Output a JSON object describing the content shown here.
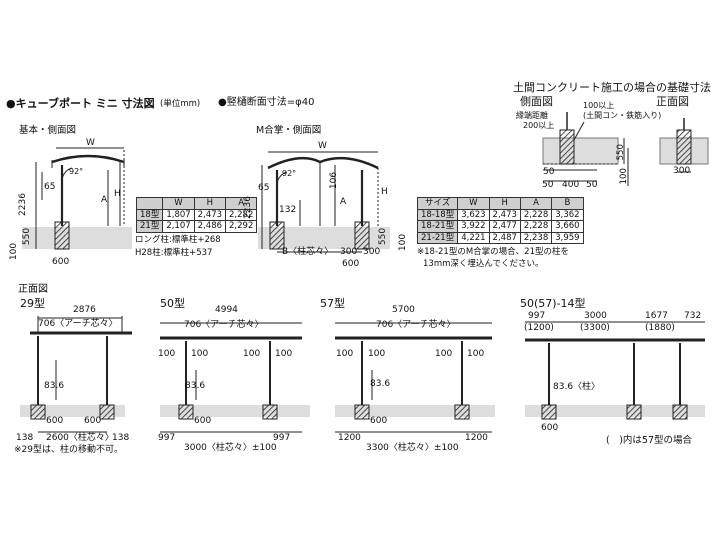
{
  "header": {
    "main_title": "●キューブポート ミニ 寸法図",
    "unit": "(単位mm)",
    "gutter": "●竪樋断面寸法=φ40",
    "foundation_title": "土間コンクリート施工の場合の基礎寸法",
    "foundation_side": "側面図",
    "foundation_front": "正面図"
  },
  "foundation": {
    "l100": "100以上",
    "l100b": "(土間コン・鉄筋入り)",
    "edge": "縁端距離",
    "l200": "200以上",
    "d550": "550",
    "d100": "100",
    "d50a": "50",
    "d400": "400",
    "d50b": "50",
    "d300": "300"
  },
  "basic": {
    "title": "基本・側面図",
    "W": "W",
    "H": "H",
    "A": "A",
    "angle": "92°",
    "d65": "65",
    "d2236": "2236",
    "d550": "550",
    "d100": "100",
    "d600": "600"
  },
  "table1": {
    "headers": [
      "",
      "W",
      "H",
      "A"
    ],
    "rows": [
      [
        "18型",
        "1,807",
        "2,473",
        "2,282"
      ],
      [
        "21型",
        "2,107",
        "2,486",
        "2,292"
      ]
    ],
    "note1": "ロング柱:標準柱+268",
    "note2": "H28柱:標準柱+537"
  },
  "m": {
    "title": "M合掌・側面図",
    "W": "W",
    "H": "H",
    "A": "A",
    "angle": "92°",
    "d65": "65",
    "d2236": "2236",
    "d106": "106",
    "d132": "132",
    "d550": "550",
    "d100": "100",
    "B": "B〈柱芯々〉",
    "d300a": "300",
    "d300b": "300",
    "d600": "600"
  },
  "table2": {
    "headers": [
      "サイズ",
      "W",
      "H",
      "A",
      "B"
    ],
    "rows": [
      [
        "18-18型",
        "3,623",
        "2,473",
        "2,228",
        "3,362"
      ],
      [
        "18-21型",
        "3,922",
        "2,477",
        "2,228",
        "3,660"
      ],
      [
        "21-21型",
        "4,221",
        "2,487",
        "2,238",
        "3,959"
      ]
    ],
    "note1": "※18-21型のM合掌の場合、21型の柱を",
    "note2": "13mm深く埋込んでください。"
  },
  "front": {
    "title": "正面図",
    "t29": "29型",
    "t50": "50型",
    "t57": "57型",
    "t14": "50(57)-14型",
    "w29": "2876",
    "w50": "4994",
    "w57": "5700",
    "arch": "706〈アーチ芯々〉",
    "h836": "83.6",
    "h836c": "83.6〈柱〉",
    "d600": "600",
    "d100": "100",
    "d138": "138",
    "c2600": "2600〈柱芯々〉",
    "note29": "※29型は、柱の移動不可。",
    "d997": "997",
    "c3000": "3000〈柱芯々〉±100",
    "d1200": "1200",
    "c3300": "3300〈柱芯々〉±100",
    "s997": "997",
    "s3000": "3000",
    "s1677": "1677",
    "s732": "732",
    "p1200": "(1200)",
    "p3300": "(3300)",
    "p1880": "(1880)",
    "note57": "(　)内は57型の場合"
  }
}
